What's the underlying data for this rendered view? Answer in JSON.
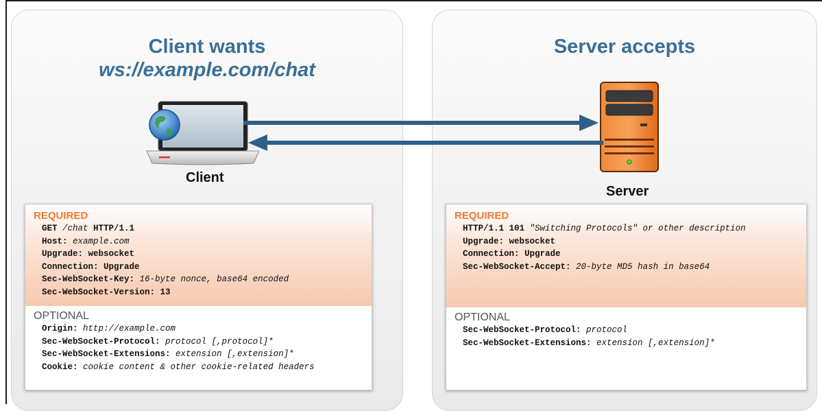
{
  "client": {
    "title_line1": "Client wants",
    "title_line2": "ws://example.com/chat",
    "label": "Client",
    "required_heading": "REQUIRED",
    "request_line": {
      "method": "GET",
      "path": " /chat ",
      "version": "HTTP/1.1"
    },
    "required_headers": [
      {
        "name": "Host:",
        "value": "example.com",
        "value_style": "italic"
      },
      {
        "name": "Upgrade:",
        "value": "websocket",
        "value_style": "bold"
      },
      {
        "name": "Connection:",
        "value": "Upgrade",
        "value_style": "bold"
      },
      {
        "name": "Sec-WebSocket-Key:",
        "value": "16-byte nonce, base64 encoded",
        "value_style": "italic"
      },
      {
        "name": "Sec-WebSocket-Version:",
        "value": "13",
        "value_style": "bold"
      }
    ],
    "optional_heading": "OPTIONAL",
    "optional_headers": [
      {
        "name": "Origin:",
        "value": "http://example.com",
        "value_style": "italic"
      },
      {
        "name": "Sec-WebSocket-Protocol:",
        "value": "protocol [,protocol]*",
        "value_style": "italic"
      },
      {
        "name": "Sec-WebSocket-Extensions:",
        "value": "extension [,extension]*",
        "value_style": "italic"
      },
      {
        "name": "Cookie:",
        "value": "cookie content & other cookie-related headers",
        "value_style": "italic"
      }
    ]
  },
  "server": {
    "title_line1": "Server accepts",
    "label": "Server",
    "required_heading": "REQUIRED",
    "status_line": {
      "version_code": "HTTP/1.1 101",
      "description": "\"Switching Protocols\" or other description"
    },
    "required_headers": [
      {
        "name": "Upgrade:",
        "value": "websocket",
        "value_style": "bold"
      },
      {
        "name": "Connection:",
        "value": "Upgrade",
        "value_style": "bold"
      },
      {
        "name": "Sec-WebSocket-Accept:",
        "value": "20-byte MD5 hash in base64",
        "value_style": "italic"
      }
    ],
    "optional_heading": "OPTIONAL",
    "optional_headers": [
      {
        "name": "Sec-WebSocket-Protocol:",
        "value": "protocol",
        "value_style": "italic"
      },
      {
        "name": "Sec-WebSocket-Extensions:",
        "value": "extension [,extension]*",
        "value_style": "italic"
      }
    ]
  },
  "colors": {
    "title": "#3a6f98",
    "required_heading": "#ea7b33",
    "arrow": "#2f5f86",
    "server_orange": "#ee7a2a"
  },
  "icons": {
    "client": "laptop-globe-icon",
    "server": "server-tower-icon",
    "request": "arrow-right-icon",
    "response": "arrow-left-icon"
  }
}
